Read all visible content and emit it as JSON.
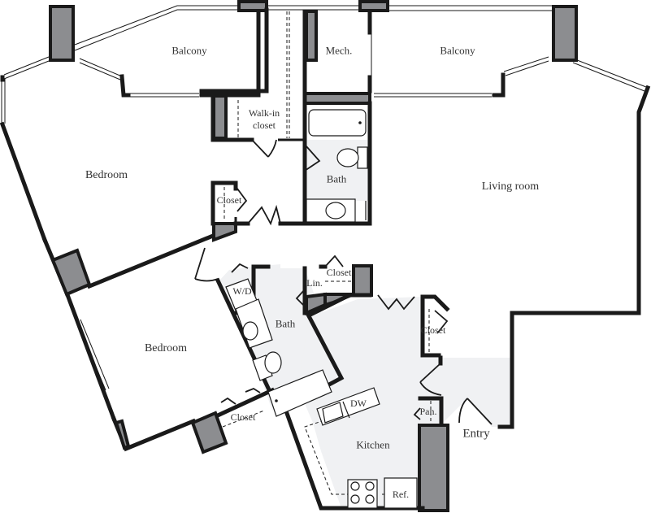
{
  "floorplan": {
    "rooms": {
      "balcony_left": "Balcony",
      "balcony_right": "Balcony",
      "mech": "Mech.",
      "walkin_closet_line1": "Walk-in",
      "walkin_closet_line2": "closet",
      "bedroom_upper": "Bedroom",
      "closet_upper": "Closet",
      "bath_upper": "Bath",
      "living_room": "Living room",
      "wd": "W/D",
      "linen": "Lin.",
      "closet_hall": "Closet",
      "bath_lower": "Bath",
      "bedroom_lower": "Bedroom",
      "closet_lower": "Closet",
      "closet_entry": "Closet",
      "dishwasher": "DW",
      "pantry": "Pan.",
      "kitchen": "Kitchen",
      "refrigerator": "Ref.",
      "entry": "Entry"
    },
    "colors": {
      "wall": "#1a1a1a",
      "column": "#8c8d90",
      "wet_area": "#f0f1f3",
      "background": "#ffffff"
    }
  }
}
